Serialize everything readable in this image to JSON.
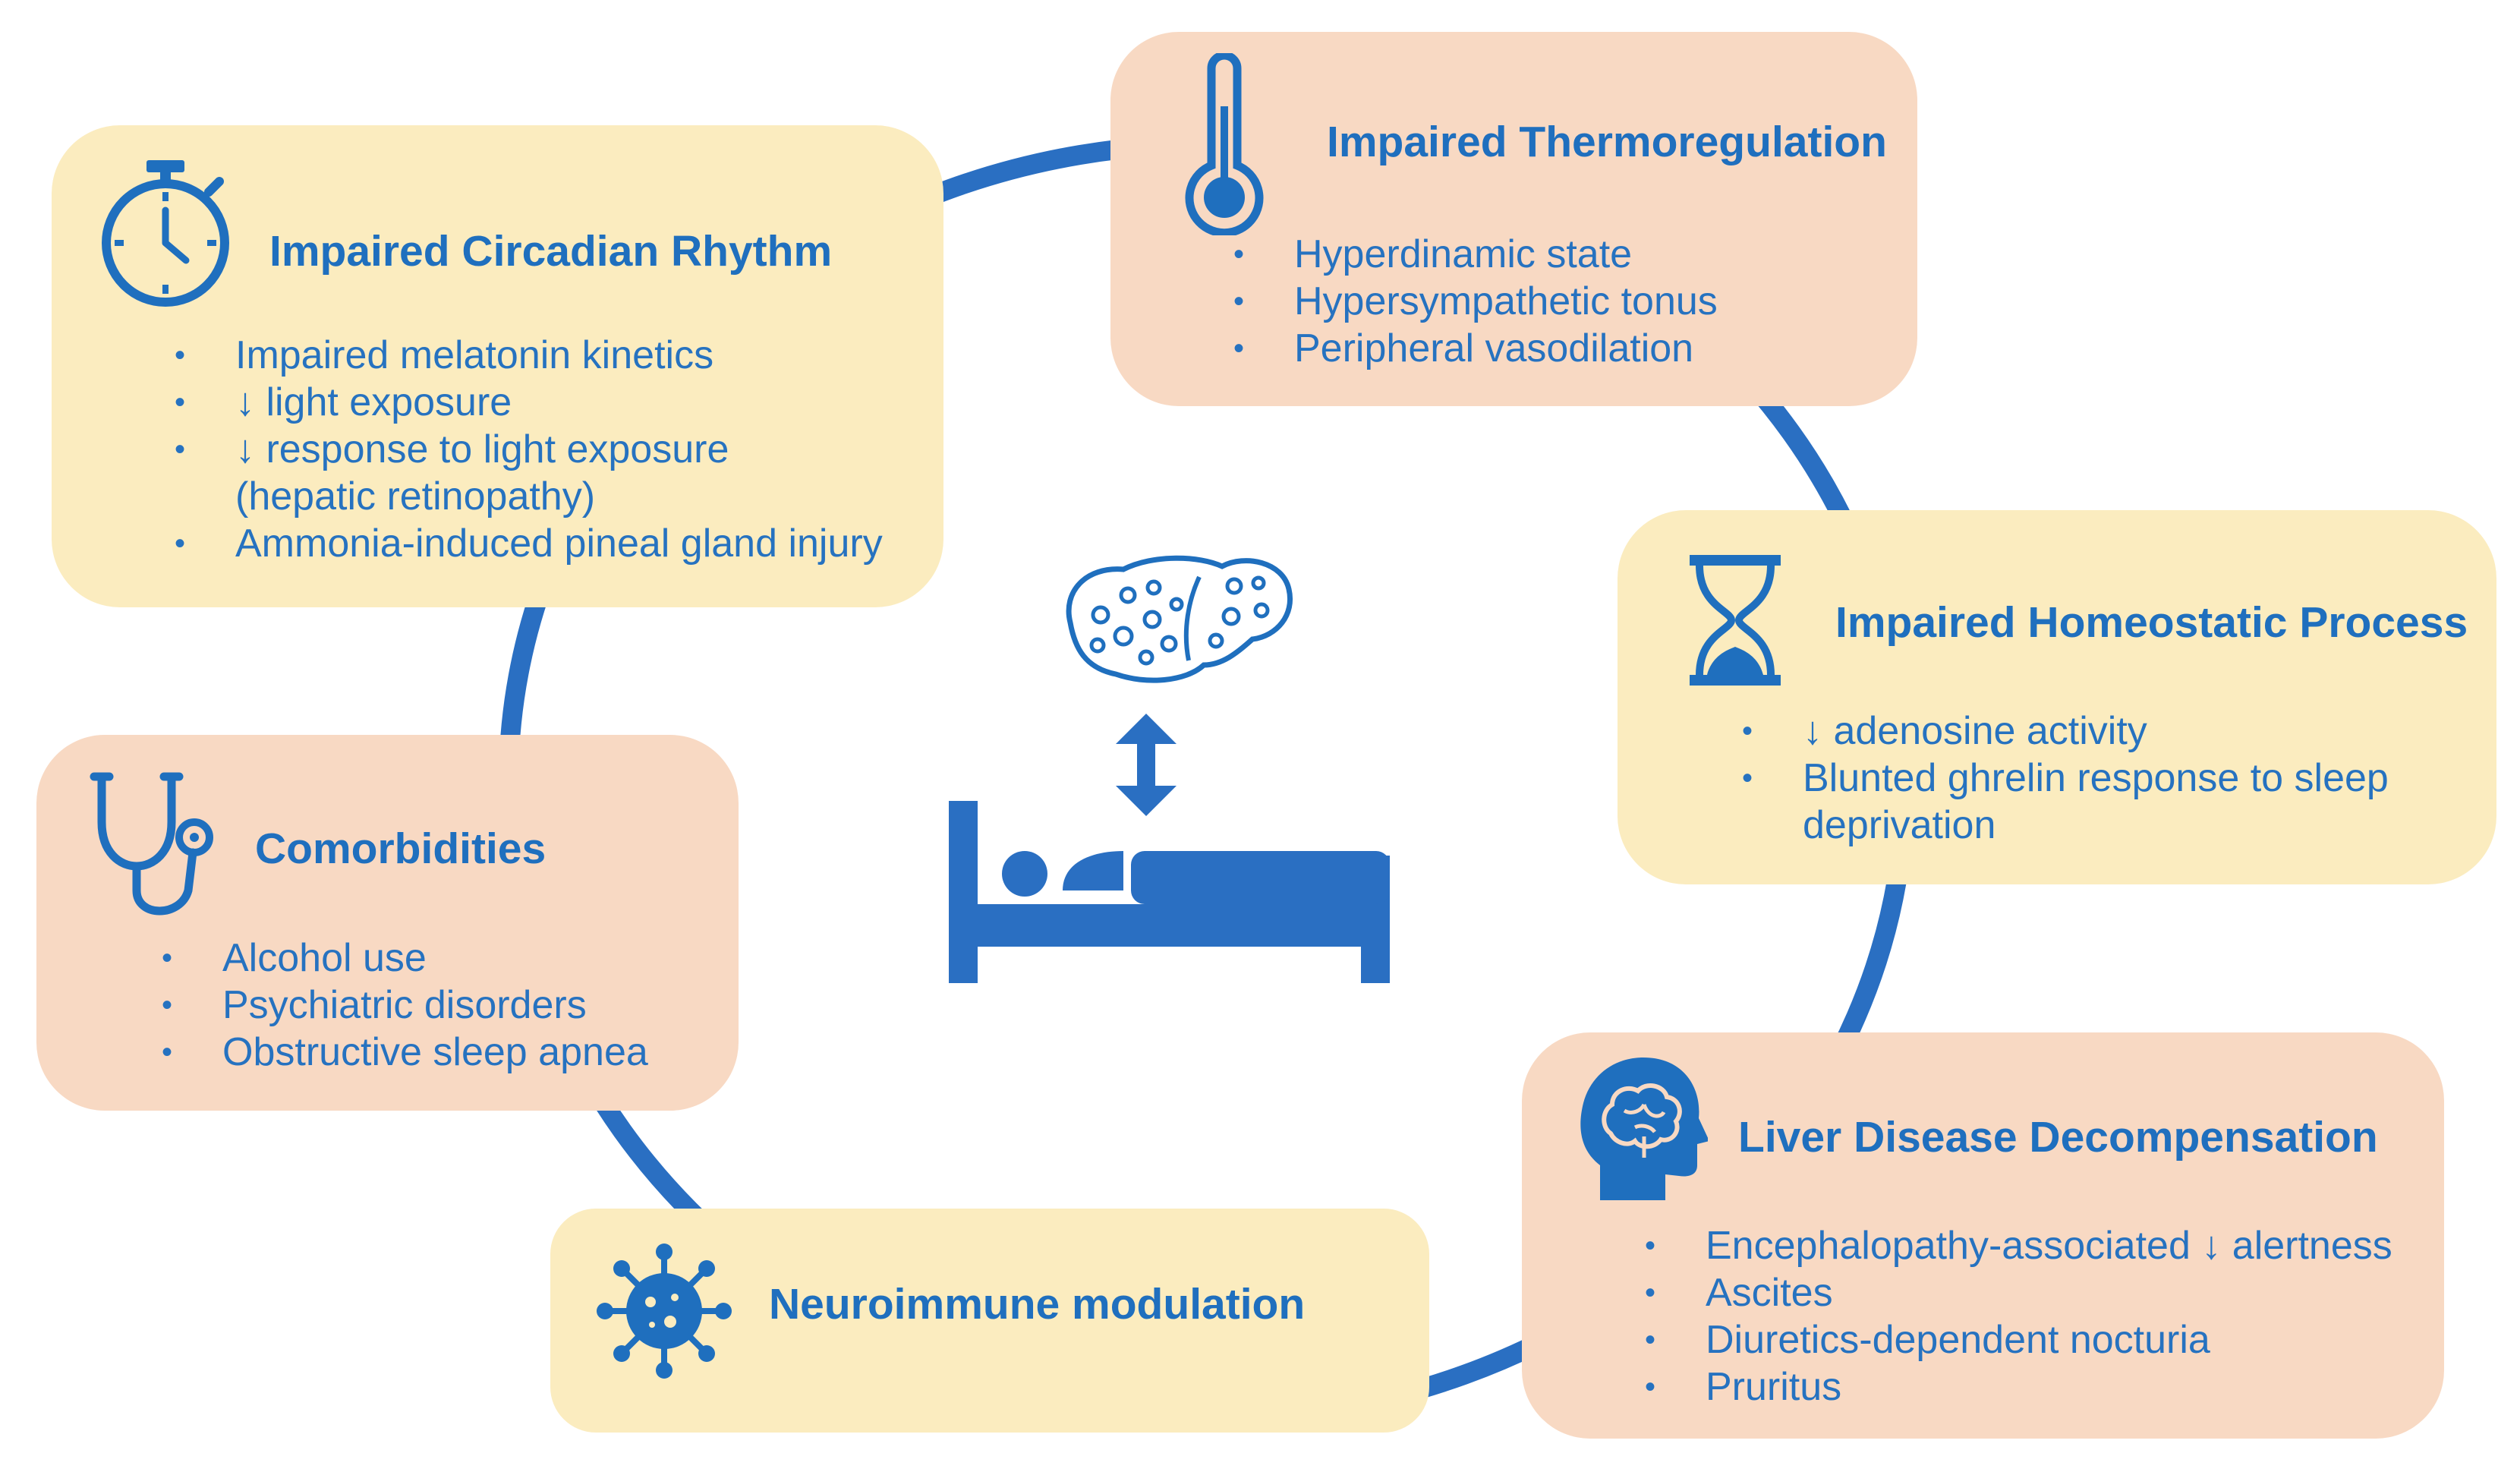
{
  "colors": {
    "blue": "#1f6fbe",
    "yellow_box": "#fbecbf",
    "peach_box": "#f8d9c3",
    "ring": "#2a6fc2"
  },
  "center": {
    "icons": [
      "liver-icon",
      "double-arrow-icon",
      "bed-sleeper-icon"
    ]
  },
  "boxes": {
    "circadian": {
      "title": "Impaired Circadian Rhythm",
      "icon": "stopwatch-icon",
      "items": [
        "Impaired melatonin kinetics",
        "↓ light exposure",
        "↓ response to light exposure",
        "(hepatic retinopathy)",
        "Ammonia-induced pineal gland injury"
      ]
    },
    "thermo": {
      "title": "Impaired Thermoregulation",
      "icon": "thermometer-icon",
      "items": [
        "Hyperdinamic state",
        "Hypersympathetic tonus",
        "Peripheral vasodilation"
      ]
    },
    "homeostatic": {
      "title": "Impaired Homeostatic Process",
      "icon": "hourglass-icon",
      "items": [
        "↓ adenosine activity",
        "Blunted ghrelin response to sleep",
        "deprivation"
      ]
    },
    "liver": {
      "title": "Liver Disease Decompensation",
      "icon": "brain-head-icon",
      "items": [
        "Encephalopathy-associated ↓ alertness",
        "Ascites",
        "Diuretics-dependent nocturia",
        "Pruritus"
      ]
    },
    "neuro": {
      "title": "Neuroimmune modulation",
      "icon": "virus-icon"
    },
    "comorbid": {
      "title": "Comorbidities",
      "icon": "stethoscope-icon",
      "items": [
        "Alcohol use",
        "Psychiatric disorders",
        "Obstructive sleep apnea"
      ]
    }
  }
}
